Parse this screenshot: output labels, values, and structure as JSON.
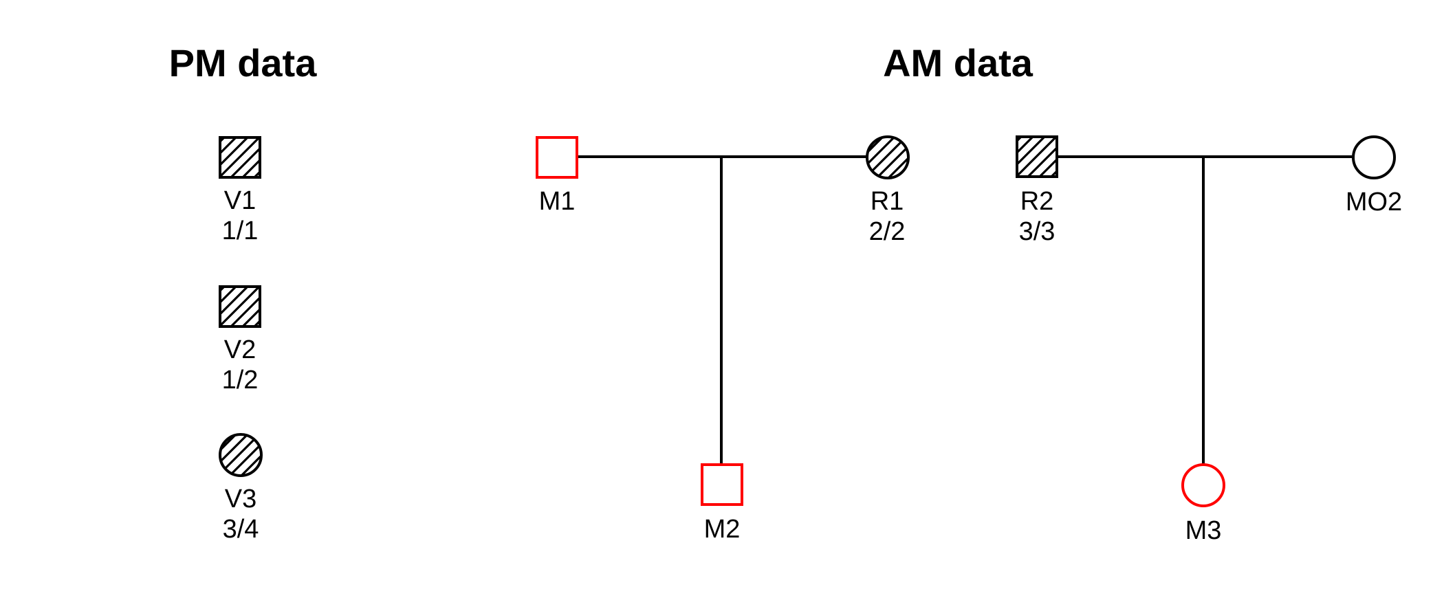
{
  "panel_pm": {
    "title": "PM data",
    "individuals": [
      {
        "label": "V1",
        "genotype": "1/1",
        "symbol": "hatched-square"
      },
      {
        "label": "V2",
        "genotype": "1/2",
        "symbol": "hatched-square"
      },
      {
        "label": "V3",
        "genotype": "3/4",
        "symbol": "hatched-circle"
      }
    ]
  },
  "panel_am": {
    "title": "AM data",
    "family1": {
      "father": {
        "label": "M1",
        "symbol": "red-outline-square"
      },
      "mother": {
        "label": "R1",
        "genotype": "2/2",
        "symbol": "hatched-circle"
      },
      "child": {
        "label": "M2",
        "symbol": "red-outline-square"
      }
    },
    "family2": {
      "father": {
        "label": "R2",
        "genotype": "3/3",
        "symbol": "hatched-square"
      },
      "mother": {
        "label": "MO2",
        "symbol": "plain-circle"
      },
      "child": {
        "label": "M3",
        "symbol": "red-outline-circle"
      }
    }
  },
  "colors": {
    "highlight_red": "#ff0000",
    "ink_black": "#000000",
    "background": "#ffffff"
  }
}
